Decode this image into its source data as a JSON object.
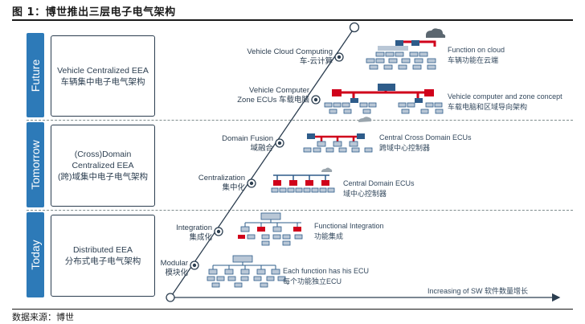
{
  "figure": {
    "title": "图 1：博世推出三层电子电气架构",
    "source": "数据来源：博世"
  },
  "tiers": [
    {
      "name": "Future",
      "box_en": "Vehicle Centralized EEA",
      "box_cn": "车辆集中电子电气架构"
    },
    {
      "name": "Tomorrow",
      "box_en1": "(Cross)Domain",
      "box_en2": "Centralized EEA",
      "box_cn": "(跨)域集中电子电气架构"
    },
    {
      "name": "Today",
      "box_en": "Distributed EEA",
      "box_cn": "分布式电子电气架构"
    }
  ],
  "stages": [
    {
      "label_en": "Vehicle Cloud Computing",
      "label_cn": "车-云计算",
      "desc_en": "Function on cloud",
      "desc_cn": "车辆功能在云端"
    },
    {
      "label_en1": "Vehicle Computer",
      "label_en2": "Zone ECUs 车载电脑",
      "desc_en": "Vehicle computer and zone concept",
      "desc_cn": "车载电脑和区域导向架构"
    },
    {
      "label_en": "Domain Fusion",
      "label_cn": "域融合",
      "desc_en": "Central Cross Domain ECUs",
      "desc_cn": "跨域中心控制器"
    },
    {
      "label_en": "Centralization",
      "label_cn": "集中化",
      "desc_en": "Central Domain ECUs",
      "desc_cn": "域中心控制器"
    },
    {
      "label_en": "Integration",
      "label_cn": "集成化",
      "desc_en": "Functional Integration",
      "desc_cn": "功能集成"
    },
    {
      "label_en": "Modular",
      "label_cn": "模块化",
      "desc_en": "Each function has his ECU",
      "desc_cn": "每个功能独立ECU"
    }
  ],
  "x_axis_label": "Increasing of SW 软件数量增长",
  "colors": {
    "tier_bar": "#2d7ab8",
    "accent_red": "#d0021b",
    "ecu_blue": "#2e5c8a",
    "ecu_light": "#b9c7d6",
    "line": "#2c3e50"
  }
}
